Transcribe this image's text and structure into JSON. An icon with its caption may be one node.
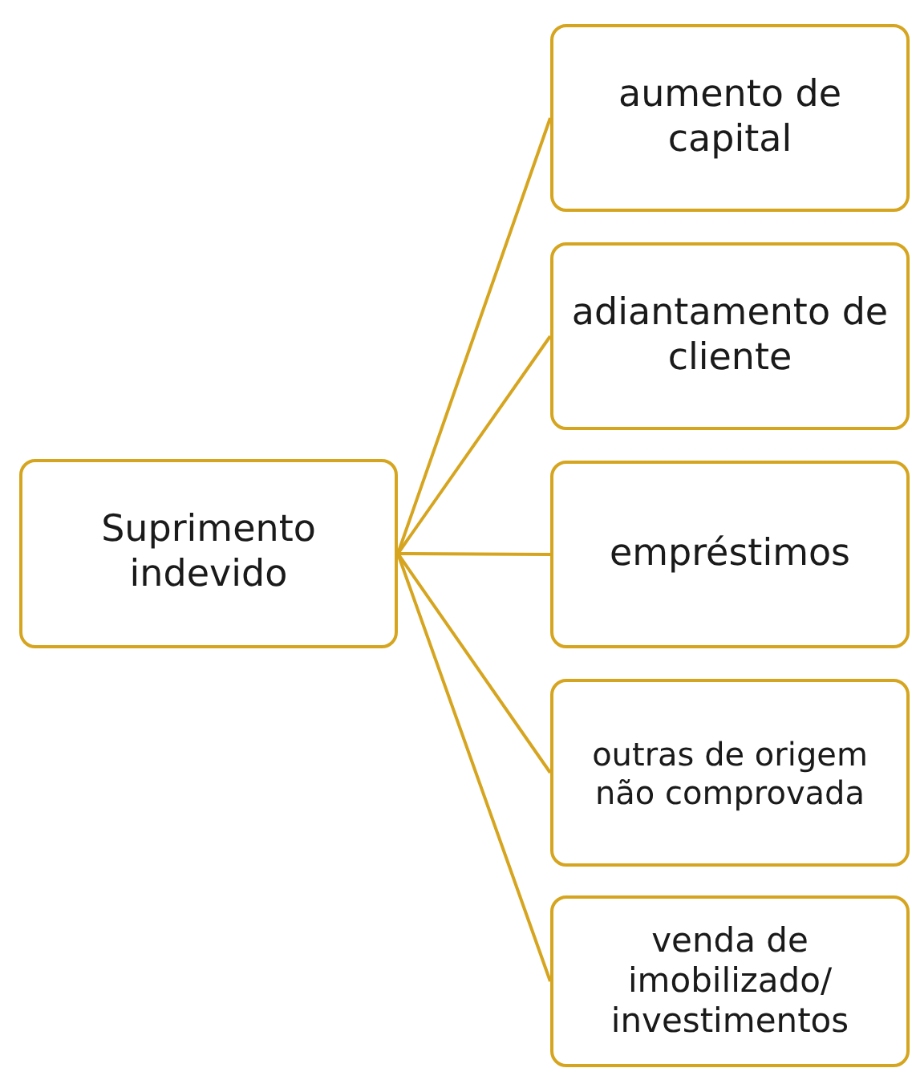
{
  "diagram": {
    "nodes": [
      {
        "text": [
          "Suprimento indevido"
        ]
      },
      {
        "text": [
          "aumento de capital"
        ]
      },
      {
        "text": [
          "adiantamento de cliente"
        ]
      },
      {
        "text": [
          "empréstimos"
        ]
      },
      {
        "text": [
          "outras de origem não comprovada"
        ]
      },
      {
        "text": [
          "venda de imobilizado/ investimentos"
        ]
      }
    ],
    "edges": [
      {
        "from": 0,
        "to": 1,
        "arrow": "none"
      },
      {
        "from": 0,
        "to": 2,
        "arrow": "none"
      },
      {
        "from": 0,
        "to": 3,
        "arrow": "none"
      },
      {
        "from": 0,
        "to": 4,
        "arrow": "none"
      },
      {
        "from": 0,
        "to": 5,
        "arrow": "none"
      }
    ]
  }
}
